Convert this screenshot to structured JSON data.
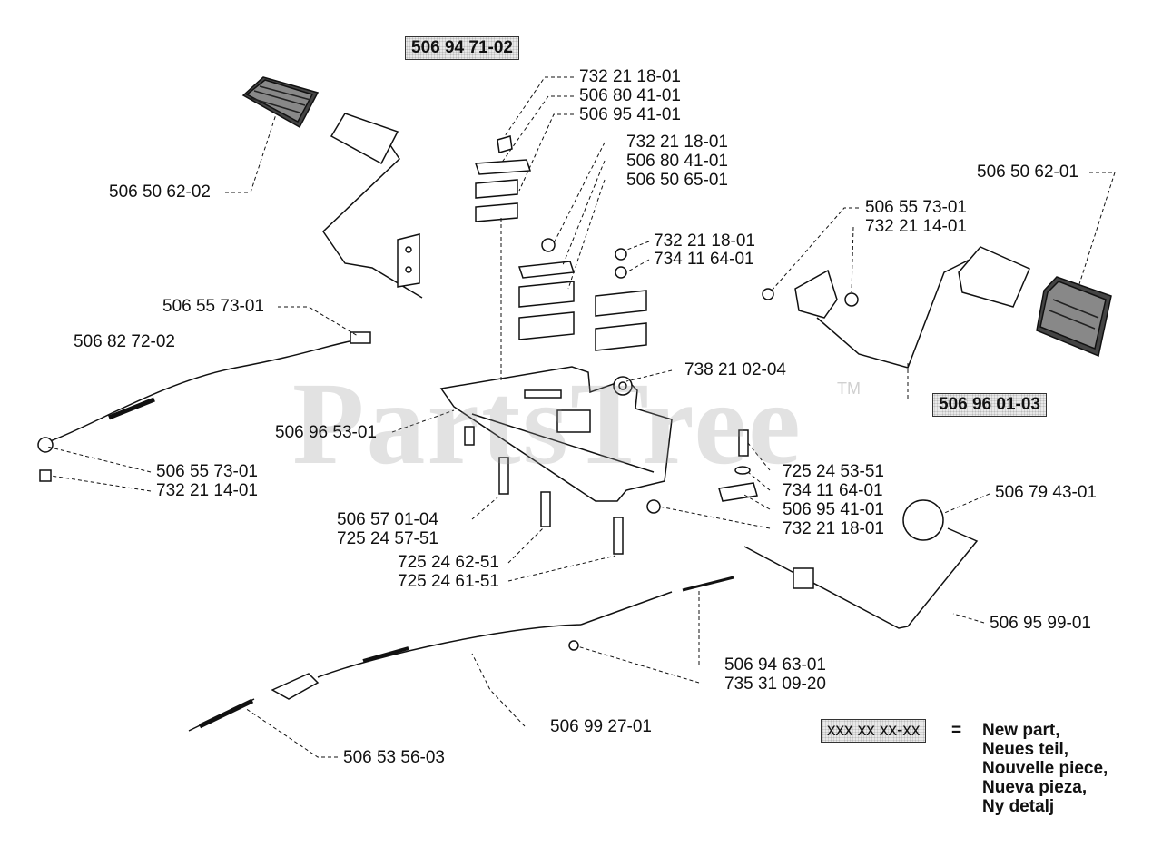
{
  "watermark": {
    "text": "PartsTree",
    "tm": "TM"
  },
  "kit_numbers": {
    "top_left": "506 94 71-02",
    "right": "506 96 01-03"
  },
  "labels": {
    "l1": "732 21 18-01",
    "l2": "506 80 41-01",
    "l3": "506 95 41-01",
    "l4": "732 21 18-01",
    "l5": "506 80 41-01",
    "l6": "506 50 65-01",
    "l7": "506 50 62-02",
    "l8": "732 21 18-01",
    "l9": "734 11 64-01",
    "l10": "506 50 62-01",
    "l11": "506 55 73-01",
    "l12": "732 21 14-01",
    "l13": "506 55 73-01",
    "l14": "506 82 72-02",
    "l15": "738 21 02-04",
    "l16": "506 96 53-01",
    "l17": "506 55 73-01",
    "l18": "732 21 14-01",
    "l19": "725 24 53-51",
    "l20": "734 11 64-01",
    "l21": "506 95 41-01",
    "l22": "732 21 18-01",
    "l23": "506 79 43-01",
    "l24": "506 57 01-04",
    "l25": "725 24 57-51",
    "l26": "725 24 62-51",
    "l27": "725 24 61-51",
    "l28": "506 95 99-01",
    "l29": "506 94 63-01",
    "l30": "735 31 09-20",
    "l31": "506 99 27-01",
    "l32": "506 53 56-03"
  },
  "legend": {
    "sample": "xxx xx xx-xx",
    "equals": "=",
    "lines": [
      "New part,",
      "Neues teil,",
      "Nouvelle piece,",
      "Nueva pieza,",
      "Ny detalj"
    ]
  }
}
